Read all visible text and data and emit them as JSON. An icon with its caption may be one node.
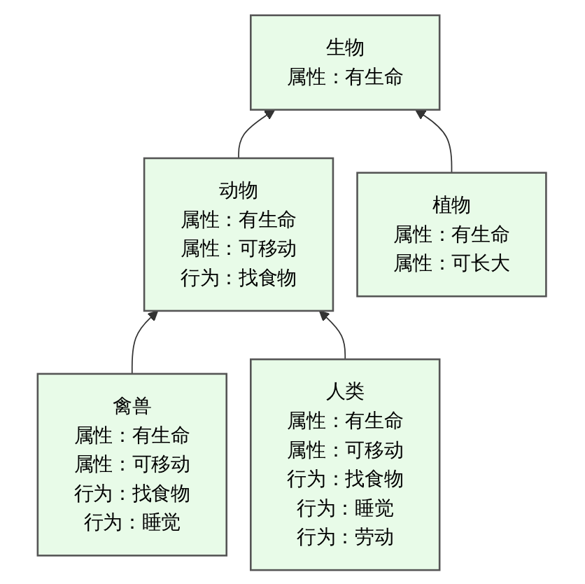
{
  "diagram": {
    "nodes": [
      {
        "text": [
          "生物",
          "属性：有生命"
        ]
      },
      {
        "text": [
          "动物",
          "属性：有生命",
          "属性：可移动",
          "行为：找食物"
        ]
      },
      {
        "text": [
          "植物",
          "属性：有生命",
          "属性：可长大"
        ]
      },
      {
        "text": [
          "禽兽",
          "属性：有生命",
          "属性：可移动",
          "行为：找食物",
          "行为：睡觉"
        ]
      },
      {
        "text": [
          "人类",
          "属性：有生命",
          "属性：可移动",
          "行为：找食物",
          "行为：睡觉",
          "行为：劳动"
        ]
      }
    ],
    "edges": [
      {
        "from": 1,
        "to": 0,
        "arrow": "to"
      },
      {
        "from": 2,
        "to": 0,
        "arrow": "to"
      },
      {
        "from": 3,
        "to": 1,
        "arrow": "to"
      },
      {
        "from": 4,
        "to": 1,
        "arrow": "to"
      }
    ]
  }
}
